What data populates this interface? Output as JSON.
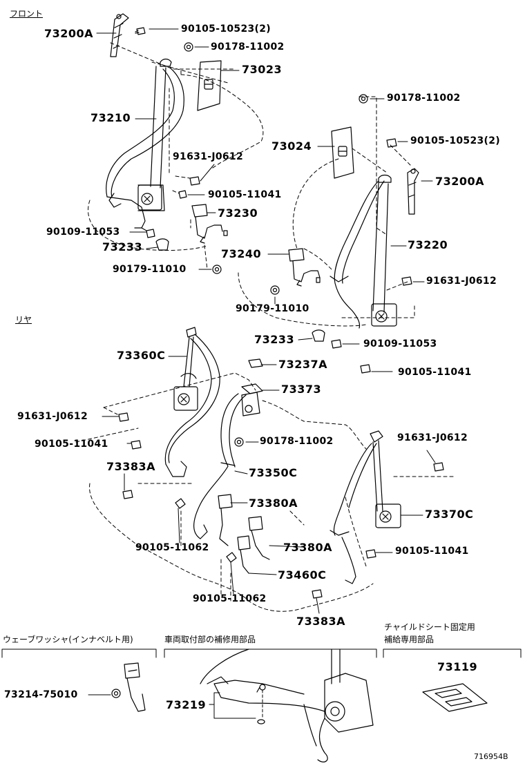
{
  "sections": {
    "front": "フロント",
    "rear": "リヤ",
    "wave_washer": "ウェーブワッシャ(インナベルト用)",
    "body_repair": "車両取付部の補修用部品",
    "child_seat_line1": "チャイルドシート固定用",
    "child_seat_line2": "補給専用部品"
  },
  "parts": {
    "p73200A_front": "73200A",
    "p90105_10523_a": "90105-10523(2)",
    "p90178_11002_a": "90178-11002",
    "p73023": "73023",
    "p73210": "73210",
    "p91631_J0612_a": "91631-J0612",
    "p90105_11041_a": "90105-11041",
    "p73230": "73230",
    "p90109_11053_a": "90109-11053",
    "p73233_a": "73233",
    "p90179_11010_a": "90179-11010",
    "p90178_11002_b": "90178-11002",
    "p73024": "73024",
    "p90105_10523_b": "90105-10523(2)",
    "p73200A_b": "73200A",
    "p73220": "73220",
    "p73240": "73240",
    "p91631_J0612_b": "91631-J0612",
    "p90179_11010_b": "90179-11010",
    "p73233_b": "73233",
    "p90109_11053_b": "90109-11053",
    "p90105_11041_b": "90105-11041",
    "p73360C": "73360C",
    "p73237A": "73237A",
    "p73373": "73373",
    "p91631_J0612_c": "91631-J0612",
    "p90105_11041_c": "90105-11041",
    "p90178_11002_c": "90178-11002",
    "p91631_J0612_d": "91631-J0612",
    "p73383A_a": "73383A",
    "p73350C": "73350C",
    "p73380A_a": "73380A",
    "p73370C": "73370C",
    "p90105_11062_a": "90105-11062",
    "p73380A_b": "73380A",
    "p90105_11041_d": "90105-11041",
    "p73460C": "73460C",
    "p90105_11062_b": "90105-11062",
    "p73383A_b": "73383A",
    "p73214_75010": "73214-75010",
    "p73219": "73219",
    "p73119": "73119"
  },
  "reference": "716954B"
}
